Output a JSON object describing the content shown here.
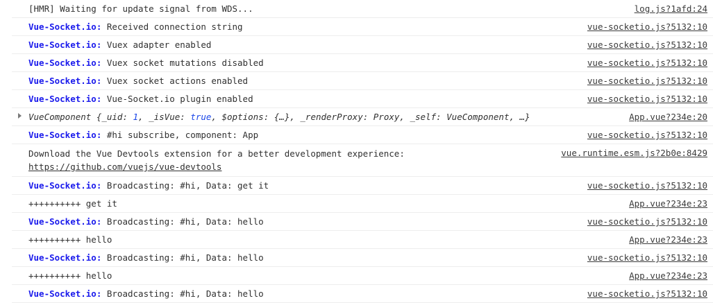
{
  "console": {
    "rows": [
      {
        "id": "hmr-waiting",
        "kind": "plain",
        "text": "[HMR] Waiting for update signal from WDS...",
        "source": "log.js?1afd:24"
      },
      {
        "id": "vsio-received-connection-string",
        "kind": "tagged",
        "tag": "Vue-Socket.io:",
        "text": "Received connection string",
        "source": "vue-socketio.js?5132:10"
      },
      {
        "id": "vsio-vuex-adapter-enabled",
        "kind": "tagged",
        "tag": "Vue-Socket.io:",
        "text": "Vuex adapter enabled",
        "source": "vue-socketio.js?5132:10"
      },
      {
        "id": "vsio-vuex-socket-mutations-disabled",
        "kind": "tagged",
        "tag": "Vue-Socket.io:",
        "text": "Vuex socket mutations disabled",
        "source": "vue-socketio.js?5132:10"
      },
      {
        "id": "vsio-vuex-socket-actions-enabled",
        "kind": "tagged",
        "tag": "Vue-Socket.io:",
        "text": "Vuex socket actions enabled",
        "source": "vue-socketio.js?5132:10"
      },
      {
        "id": "vsio-plugin-enabled",
        "kind": "tagged",
        "tag": "Vue-Socket.io:",
        "text": "Vue-Socket.io plugin enabled",
        "source": "vue-socketio.js?5132:10"
      },
      {
        "id": "vuecomponent-object",
        "kind": "object",
        "constructor_name": "VueComponent",
        "preview_open": " {",
        "properties": [
          {
            "name": "_uid:",
            "value": "1",
            "value_type": "number",
            "separator": ", "
          },
          {
            "name": "_isVue:",
            "value": "true",
            "value_type": "boolean",
            "separator": ", "
          },
          {
            "name": "$options:",
            "value": "{…}",
            "value_type": "object",
            "separator": ", "
          },
          {
            "name": "_renderProxy:",
            "value": "Proxy",
            "value_type": "plain",
            "separator": ", "
          },
          {
            "name": "_self:",
            "value": "VueComponent",
            "value_type": "plain",
            "separator": ", "
          }
        ],
        "preview_ellipsis": "…}",
        "source": "App.vue?234e:20"
      },
      {
        "id": "vsio-hi-subscribe",
        "kind": "tagged",
        "tag": "Vue-Socket.io:",
        "text": "#hi subscribe, component: App",
        "source": "vue-socketio.js?5132:10"
      },
      {
        "id": "vue-devtools-hint",
        "kind": "twoline",
        "text": "Download the Vue Devtools extension for a better development experience:",
        "link": "https://github.com/vuejs/vue-devtools",
        "source": "vue.runtime.esm.js?2b0e:8429"
      },
      {
        "id": "vsio-broadcasting-get-it",
        "kind": "tagged",
        "tag": "Vue-Socket.io:",
        "text": "Broadcasting: #hi, Data: get it",
        "source": "vue-socketio.js?5132:10"
      },
      {
        "id": "app-plus-get-it",
        "kind": "plain",
        "text": "++++++++++ get it",
        "source": "App.vue?234e:23"
      },
      {
        "id": "vsio-broadcasting-hello-1",
        "kind": "tagged",
        "tag": "Vue-Socket.io:",
        "text": "Broadcasting: #hi, Data: hello",
        "source": "vue-socketio.js?5132:10"
      },
      {
        "id": "app-plus-hello-1",
        "kind": "plain",
        "text": "++++++++++ hello",
        "source": "App.vue?234e:23"
      },
      {
        "id": "vsio-broadcasting-hello-2",
        "kind": "tagged",
        "tag": "Vue-Socket.io:",
        "text": "Broadcasting: #hi, Data: hello",
        "source": "vue-socketio.js?5132:10"
      },
      {
        "id": "app-plus-hello-2",
        "kind": "plain",
        "text": "++++++++++ hello",
        "source": "App.vue?234e:23"
      },
      {
        "id": "vsio-broadcasting-hello-3",
        "kind": "tagged",
        "tag": "Vue-Socket.io:",
        "text": "Broadcasting: #hi, Data: hello",
        "source": "vue-socketio.js?5132:10"
      }
    ]
  },
  "colors": {
    "tag_blue": "#1a1aec",
    "value_blue": "#1a46e8",
    "text": "#303030",
    "separator": "#ededed"
  }
}
